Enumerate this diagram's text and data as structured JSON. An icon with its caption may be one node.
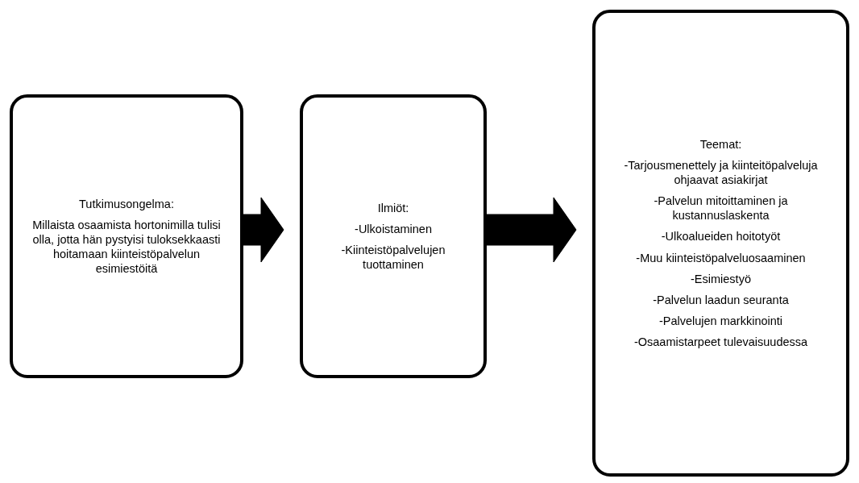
{
  "diagram": {
    "nodes": [
      {
        "text": [
          "Tutkimusongelma:",
          "Millaista osaamista hortonimilla tulisi olla, jotta hän pystyisi tuloksekkaasti hoitamaan kiinteistöpalvelun esimiestöitä"
        ]
      },
      {
        "text": [
          "Ilmiöt:",
          "-Ulkoistaminen",
          "-Kiinteistöpalvelujen tuottaminen"
        ]
      },
      {
        "text": [
          "Teemat:",
          "-Tarjousmenettely ja kiinteitöpalveluja ohjaavat asiakirjat",
          "-Palvelun mitoittaminen ja kustannuslaskenta",
          "-Ulkoalueiden hoitotyöt",
          "-Muu kiinteistöpalveluosaaminen",
          "-Esimiestyö",
          "-Palvelun laadun seuranta",
          "-Palvelujen markkinointi",
          "-Osaamistarpeet tulevaisuudessa"
        ]
      }
    ],
    "edges": [
      {
        "from": 0,
        "to": 1,
        "arrow": "to"
      },
      {
        "from": 1,
        "to": 2,
        "arrow": "to"
      }
    ]
  }
}
